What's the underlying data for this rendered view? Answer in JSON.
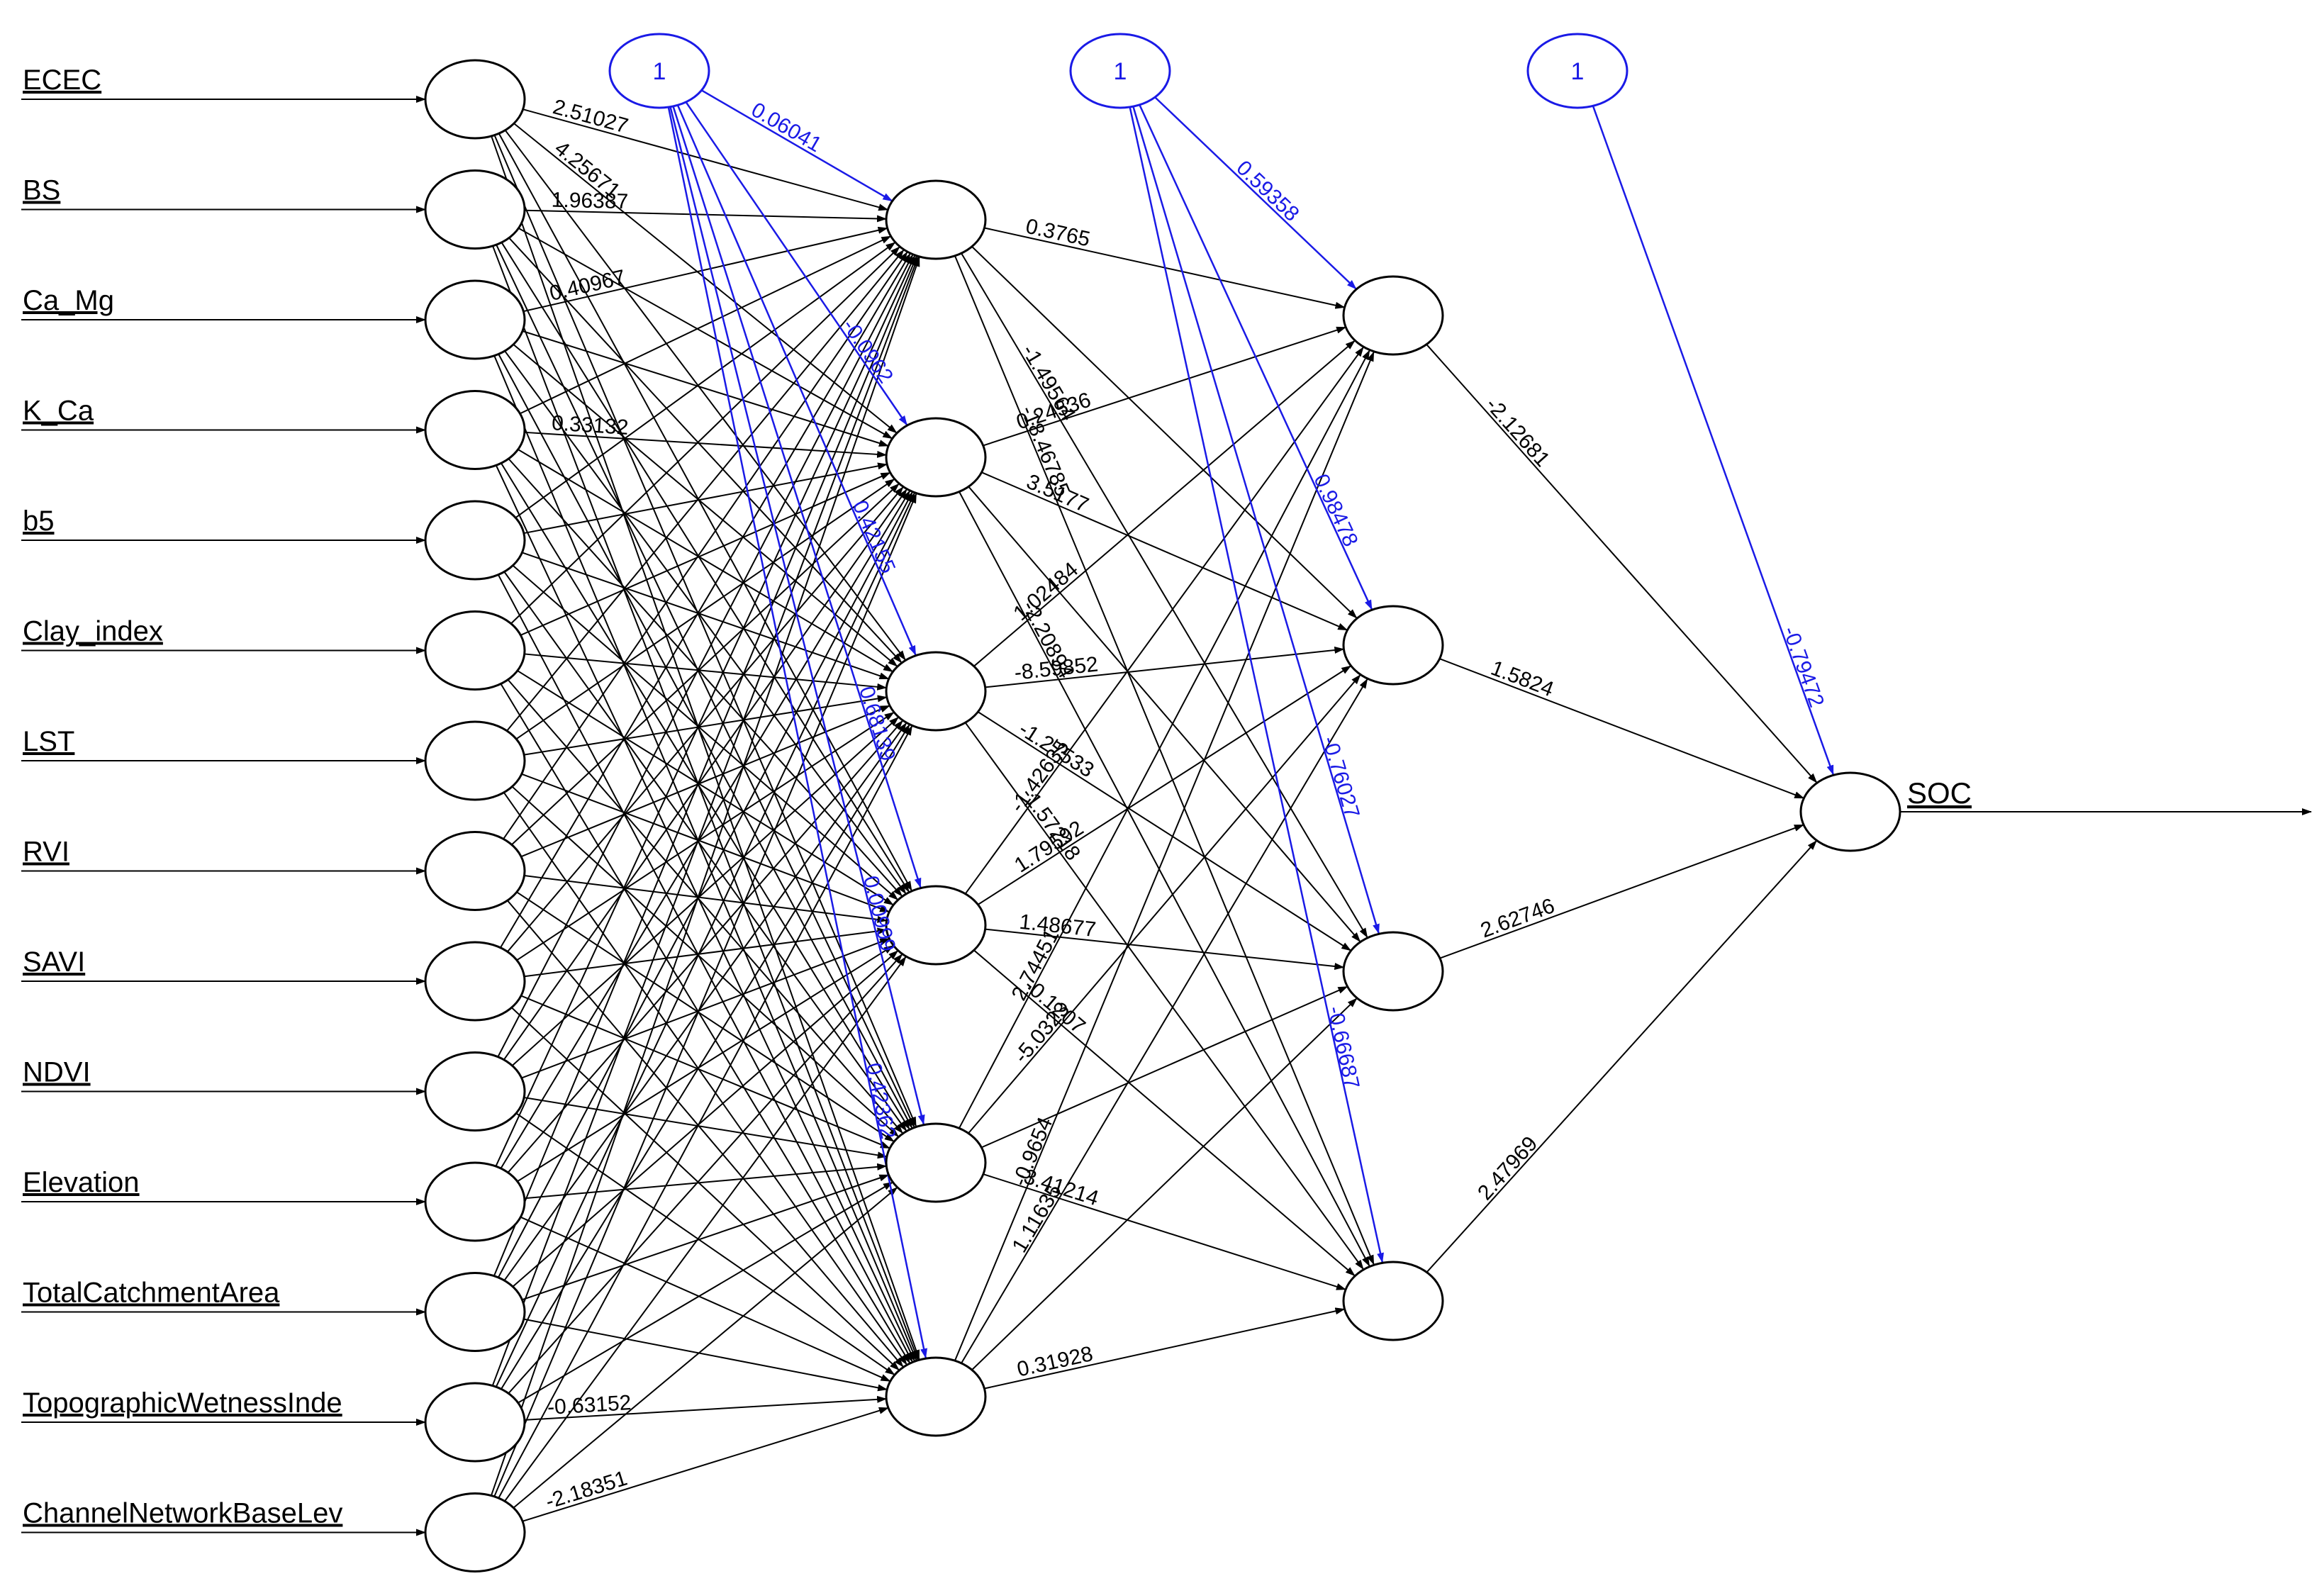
{
  "inputs": [
    "ECEC",
    "BS",
    "Ca_Mg",
    "K_Ca",
    "b5",
    "Clay_index",
    "LST",
    "RVI",
    "SAVI",
    "NDVI",
    "Elevation",
    "TotalCatchmentArea",
    "TopographicWetnessInde",
    "ChannelNetworkBaseLev"
  ],
  "output": "SOC",
  "bias_label": "1",
  "input_to_hidden1": [
    {
      "from": 0,
      "to": 0,
      "value": "2.51027"
    },
    {
      "from": 0,
      "to": 1,
      "value": "4.25671"
    },
    {
      "from": 1,
      "to": 0,
      "value": "1.96387"
    },
    {
      "from": 2,
      "to": 0,
      "value": "0.40967"
    },
    {
      "from": 3,
      "to": 1,
      "value": "0.33132"
    },
    {
      "from": 12,
      "to": 5,
      "value": "-0.63152"
    },
    {
      "from": 13,
      "to": 5,
      "value": "-2.18351"
    }
  ],
  "hidden1_to_hidden2": [
    {
      "from": 0,
      "to": 0,
      "value": "0.3765"
    },
    {
      "from": 0,
      "to": 3,
      "value": "-18.46785"
    },
    {
      "from": 0,
      "to": 2,
      "value": "-1.49564"
    },
    {
      "from": 1,
      "to": 0,
      "value": "0.24536"
    },
    {
      "from": 1,
      "to": 1,
      "value": "3.5177"
    },
    {
      "from": 1,
      "to": 3,
      "value": "-2.20894"
    },
    {
      "from": 2,
      "to": 0,
      "value": "1.02484"
    },
    {
      "from": 2,
      "to": 1,
      "value": "-8.59852"
    },
    {
      "from": 2,
      "to": 2,
      "value": "-1.27533"
    },
    {
      "from": 2,
      "to": 3,
      "value": "-1.57218"
    },
    {
      "from": 3,
      "to": 0,
      "value": "-1.42635"
    },
    {
      "from": 3,
      "to": 1,
      "value": "1.79592"
    },
    {
      "from": 3,
      "to": 2,
      "value": "1.48677"
    },
    {
      "from": 3,
      "to": 3,
      "value": "-0.1207"
    },
    {
      "from": 4,
      "to": 0,
      "value": "2.74451"
    },
    {
      "from": 4,
      "to": 1,
      "value": "-5.0323"
    },
    {
      "from": 4,
      "to": 3,
      "value": "-3.41214"
    },
    {
      "from": 5,
      "to": 0,
      "value": "-0.9654"
    },
    {
      "from": 5,
      "to": 1,
      "value": "1.11635"
    },
    {
      "from": 5,
      "to": 3,
      "value": "0.31928"
    }
  ],
  "hidden2_to_output": [
    {
      "from": 0,
      "value": "-2.12681"
    },
    {
      "from": 1,
      "value": "1.5824"
    },
    {
      "from": 2,
      "value": "2.62746"
    },
    {
      "from": 3,
      "value": "2.47969"
    }
  ],
  "bias_to_hidden1": [
    "0.06041",
    "-0.0962",
    "0.42155",
    "0.68139",
    "0.00999",
    "0.42362"
  ],
  "bias_to_hidden2": [
    "0.59358",
    "0.98478",
    "-0.76027",
    "-0.66687"
  ],
  "bias_to_output": "-0.79472"
}
